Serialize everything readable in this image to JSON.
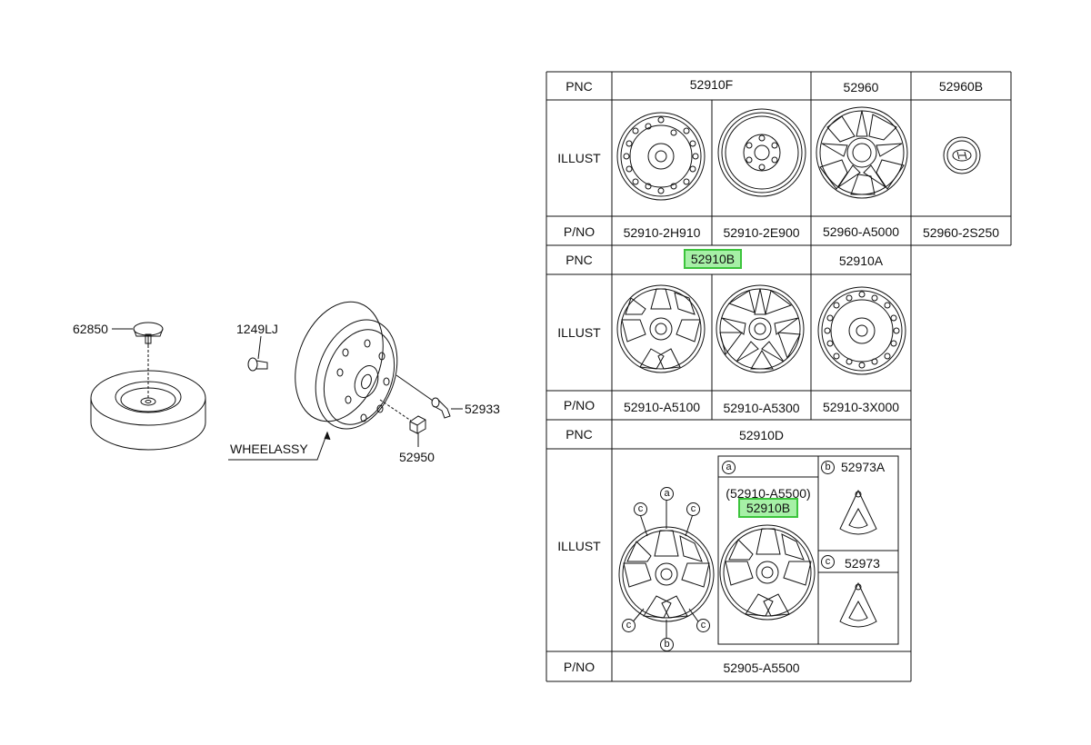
{
  "left_diagram": {
    "callouts": {
      "spare_cover": "62850",
      "bolt": "1249LJ",
      "valve": "52933",
      "nut": "52950",
      "wheel_assy": "WHEEL ASSY"
    }
  },
  "table": {
    "row_labels": {
      "pnc": "PNC",
      "illust": "ILLUST",
      "pno": "P/NO"
    },
    "section1": {
      "pnc": [
        "52910F",
        "52960",
        "52960B"
      ],
      "pno": [
        "52910-2H910",
        "52910-2E900",
        "52960-A5000",
        "52960-2S250"
      ]
    },
    "section2": {
      "pnc": [
        "52910B",
        "52910A"
      ],
      "pno": [
        "52910-A5100",
        "52910-A5300",
        "52910-3X000"
      ]
    },
    "section3": {
      "pnc": "52910D",
      "pno": "52905-A5500",
      "inner": {
        "a_label": "a",
        "a_part": "(52910-A5500)",
        "a_pnc": "52910B",
        "b_label": "b",
        "b_part": "52973A",
        "c_label": "c",
        "c_part": "52973"
      },
      "markers": {
        "a": "a",
        "b": "b",
        "c": "c"
      }
    }
  },
  "colors": {
    "highlight_fill": "#a6f0a6",
    "highlight_border": "#3cc43c",
    "line": "#111111"
  }
}
